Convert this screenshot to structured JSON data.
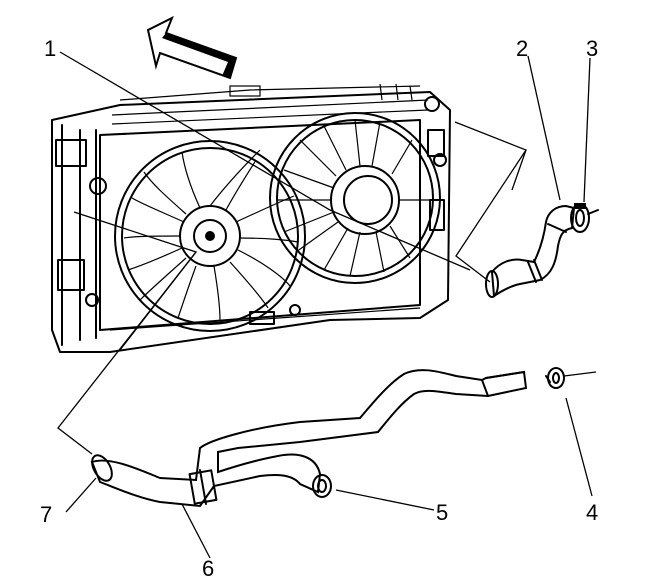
{
  "diagram": {
    "callouts": [
      {
        "id": "1",
        "text": "1"
      },
      {
        "id": "2",
        "text": "2"
      },
      {
        "id": "3",
        "text": "3"
      },
      {
        "id": "4",
        "text": "4"
      },
      {
        "id": "5",
        "text": "5"
      },
      {
        "id": "6",
        "text": "6"
      },
      {
        "id": "7",
        "text": "7"
      }
    ],
    "direction_arrow": {
      "icon": "forward-direction-arrow-icon"
    },
    "colors": {
      "ink": "#000000",
      "background": "#ffffff"
    }
  }
}
